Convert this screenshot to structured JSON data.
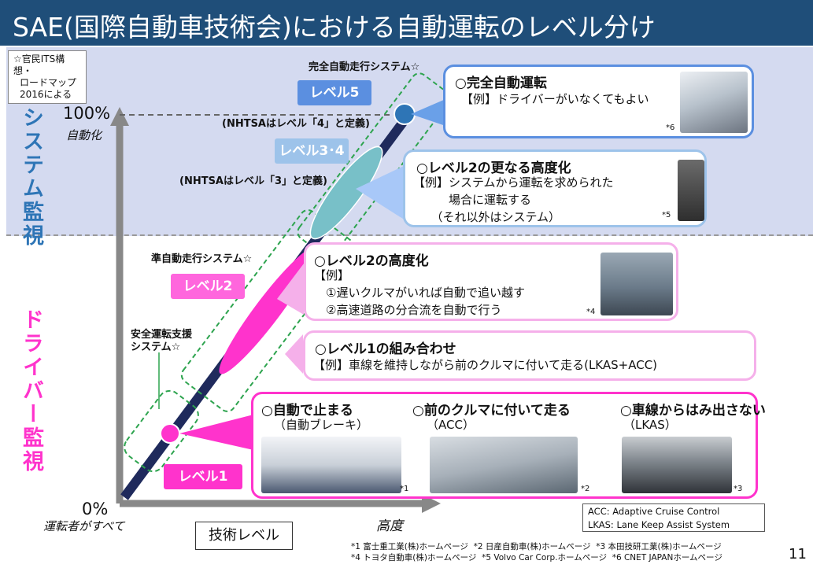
{
  "title": "SAE(国際自動車技術会)における自動運転のレベル分け",
  "source_note": [
    "☆官民ITS構想・",
    "ロードマップ",
    "2016による"
  ],
  "sections": {
    "system": "システム監視",
    "driver": "ドライバー監視"
  },
  "axis": {
    "y_top": "100%",
    "y_top_sub": "自動化",
    "y_bottom": "0%",
    "y_bottom_sub": "運転者がすべて",
    "x_end": "高度",
    "x_label": "技術レベル"
  },
  "system_labels": {
    "full_auto": "完全自動走行システム☆",
    "semi_auto": "準自動走行システム☆",
    "safety": [
      "安全運転支援",
      "システム☆"
    ],
    "nhtsa4": "(NHTSAはレベル「4」と定義)",
    "nhtsa3": "(NHTSAはレベル「3」と定義)"
  },
  "levels": {
    "l5": "レベル5",
    "l34": "レベル3･4",
    "l2": "レベル2",
    "l1": "レベル1"
  },
  "cards": {
    "c5": {
      "title": "○完全自動運転",
      "body": "【例】ドライバーがいなくてもよい",
      "fn": "*6"
    },
    "c34": {
      "title": "○レベル2の更なる高度化",
      "body": [
        "【例】システムから運転を求められた",
        "　　　場合に運転する",
        "　　（それ以外はシステム）"
      ],
      "fn": "*5"
    },
    "c2": {
      "title": "○レベル2の高度化",
      "body": [
        "【例】",
        "　①遅いクルマがいれば自動で追い越す",
        "　②高速道路の分合流を自動で行う"
      ],
      "fn": "*4"
    },
    "c1b": {
      "title": "○レベル1の組み合わせ",
      "body": "【例】車線を維持しながら前のクルマに付いて走る(LKAS+ACC)"
    },
    "c1": {
      "items": [
        {
          "title": "○自動で止まる",
          "sub": "（自動ブレーキ）",
          "fn": "*1"
        },
        {
          "title": "○前のクルマに付いて走る",
          "sub": "（ACC）",
          "fn": "*2"
        },
        {
          "title": "○車線からはみ出さない",
          "sub": "（LKAS）",
          "fn": "*3"
        }
      ]
    }
  },
  "legend": [
    "ACC:  Adaptive Cruise Control",
    "LKAS: Lane Keep Assist System"
  ],
  "footnotes": [
    "*1 富士重工業(株)ホームページ  *2 日産自動車(株)ホームページ  *3 本田技研工業(株)ホームページ",
    "*4 トヨタ自動車(株)ホームページ  *5 Volvo Car Corp.ホームページ  *6 CNET JAPANホームページ"
  ],
  "page_number": "11",
  "colors": {
    "title_bg": "#1f4e79",
    "system": "#2e75b6",
    "driver": "#ff33cc",
    "diag": "#1f2a5c"
  }
}
